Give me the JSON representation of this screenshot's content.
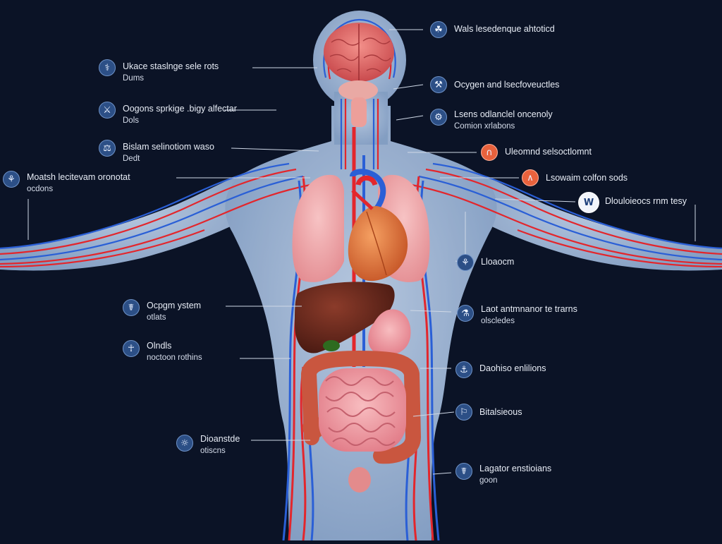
{
  "labels": [
    {
      "id": "L1",
      "line1": "Ukace staslnge sele rots",
      "line2": "Dums"
    },
    {
      "id": "L2",
      "line1": "Oogons sprkige .bigy alfectar",
      "line2": "Dols"
    },
    {
      "id": "L3",
      "line1": "Bislam selinotiom waso",
      "line2": "Dedt"
    },
    {
      "id": "L4",
      "line1": "Moatsh lecitevam oronotat",
      "line2": "ocdons"
    },
    {
      "id": "L5",
      "line1": "Ocpgm ystem",
      "line2": "otlats"
    },
    {
      "id": "L6",
      "line1": "Olndls",
      "line2": "noctoon rothins"
    },
    {
      "id": "L7",
      "line1": "Dioanstde",
      "line2": "otiscns"
    },
    {
      "id": "R1",
      "line1": "Wals lesedenque ahtoticd",
      "line2": ""
    },
    {
      "id": "R2",
      "line1": "Ocygen and lsecfoveuctles",
      "line2": ""
    },
    {
      "id": "R3",
      "line1": "Lsens odlanclel oncenoly",
      "line2": "Comion xrlabons"
    },
    {
      "id": "R4",
      "line1": "Uleomnd selsoctlomnt",
      "line2": ""
    },
    {
      "id": "R5",
      "line1": "Lsowaim colfon sods",
      "line2": ""
    },
    {
      "id": "R6",
      "line1": "Dlouloieocs rnm tesy",
      "line2": ""
    },
    {
      "id": "R7",
      "line1": "Lloaocm",
      "line2": ""
    },
    {
      "id": "R8",
      "line1": "Laot antmnanor te trarns",
      "line2": "olscledes"
    },
    {
      "id": "R9",
      "line1": "Daohiso enlilions",
      "line2": ""
    },
    {
      "id": "R10",
      "line1": "Bitalsieous",
      "line2": ""
    },
    {
      "id": "R11",
      "line1": "Lagator enstioians",
      "line2": "goon"
    }
  ],
  "icons": {
    "L1": "⚕",
    "L2": "⚔",
    "L3": "⚖",
    "L4": "⚘",
    "L5": "☤",
    "L6": "☥",
    "L7": "☼",
    "R1": "☘",
    "R2": "⚒",
    "R3": "⚙",
    "R4": "∩",
    "R5": "∧",
    "R6": "W",
    "R7": "⚘",
    "R8": "⚗",
    "R9": "⚓",
    "R10": "⚐",
    "R11": "☤"
  },
  "colors": {
    "background": "#0b1326",
    "body": "#a9c3e3",
    "artery": "#e3262c",
    "vein": "#2a5fd6",
    "brain": "#e86a6a",
    "lungs": "#f1a9ac",
    "heart": "#e87a45",
    "liver": "#6b2a1e",
    "intestines": "#f2a1a8",
    "colon": "#c9563f",
    "badge": "#2c4f86",
    "badge_orange": "#e8623d"
  }
}
